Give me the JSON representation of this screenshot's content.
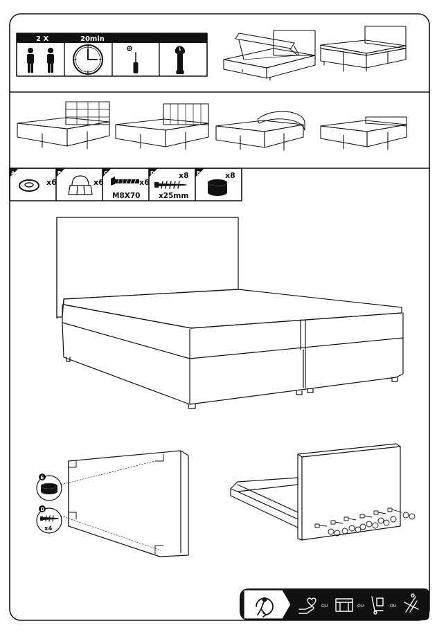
{
  "header": {
    "persons_label": "2 X",
    "time_label": "20min"
  },
  "parts": [
    {
      "letter": "A",
      "qty": "x6",
      "caption": "",
      "icon": "washer-icon"
    },
    {
      "letter": "B",
      "qty": "x6",
      "caption": "",
      "icon": "cap-nut-icon"
    },
    {
      "letter": "C",
      "qty": "x6",
      "caption": "M8X70",
      "icon": "bolt-icon"
    },
    {
      "letter": "D",
      "qty": "x8",
      "caption": "x25mm",
      "icon": "screw-icon"
    },
    {
      "letter": "E",
      "qty": "x8",
      "caption": "",
      "icon": "foot-icon"
    }
  ],
  "step_left": {
    "part_e": "E",
    "part_d": "D",
    "qty_d": "x4"
  },
  "footer": {
    "or_label": "OU",
    "icons": [
      "recycle-person-icon",
      "donate-hand-icon",
      "shop-icon",
      "trolley-icon",
      "dismantle-icon"
    ]
  }
}
